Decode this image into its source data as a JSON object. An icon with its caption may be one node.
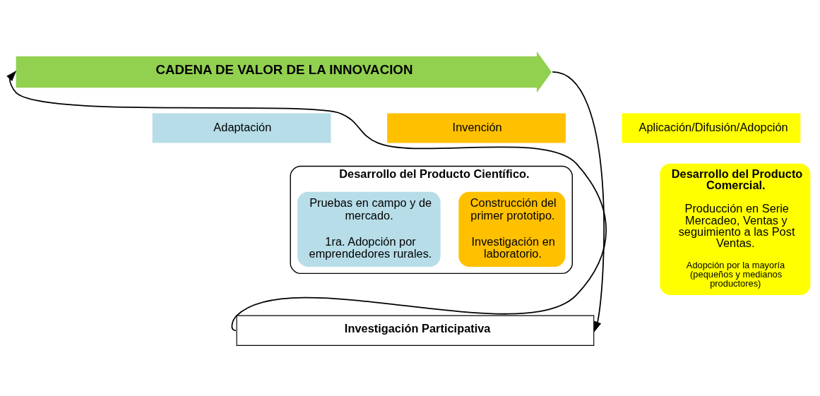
{
  "diagram": {
    "nodes": [
      {
        "text": [
          "CADENA DE VALOR DE LA INNOVACION"
        ]
      },
      {
        "text": [
          "Invención"
        ]
      },
      {
        "text": [
          "Adaptación"
        ]
      },
      {
        "text": [
          "Aplicación/Difusión/Adopción"
        ]
      },
      {
        "text": [
          "Desarrollo del Producto Científico."
        ]
      },
      {
        "text": [
          "Construcción del primer prototipo.",
          "Investigación en laboratorio."
        ],
        "in": 4
      },
      {
        "text": [
          "Pruebas en campo y de mercado.",
          "1ra. Adopción por emprendedores rurales."
        ],
        "in": 4
      },
      {
        "text": [
          "Desarrollo del Producto Comercial.",
          "Producción en Serie Mercadeo, Ventas y seguimiento a las Post Ventas.",
          "Adopción por la mayoría (pequeños y medianos productores)"
        ]
      },
      {
        "text": [
          "Investigación Participativa"
        ]
      }
    ],
    "edges": [
      {
        "from": 0,
        "to": 8,
        "arrow": "to"
      },
      {
        "from": 8,
        "to": 0,
        "arrow": "to"
      }
    ]
  }
}
